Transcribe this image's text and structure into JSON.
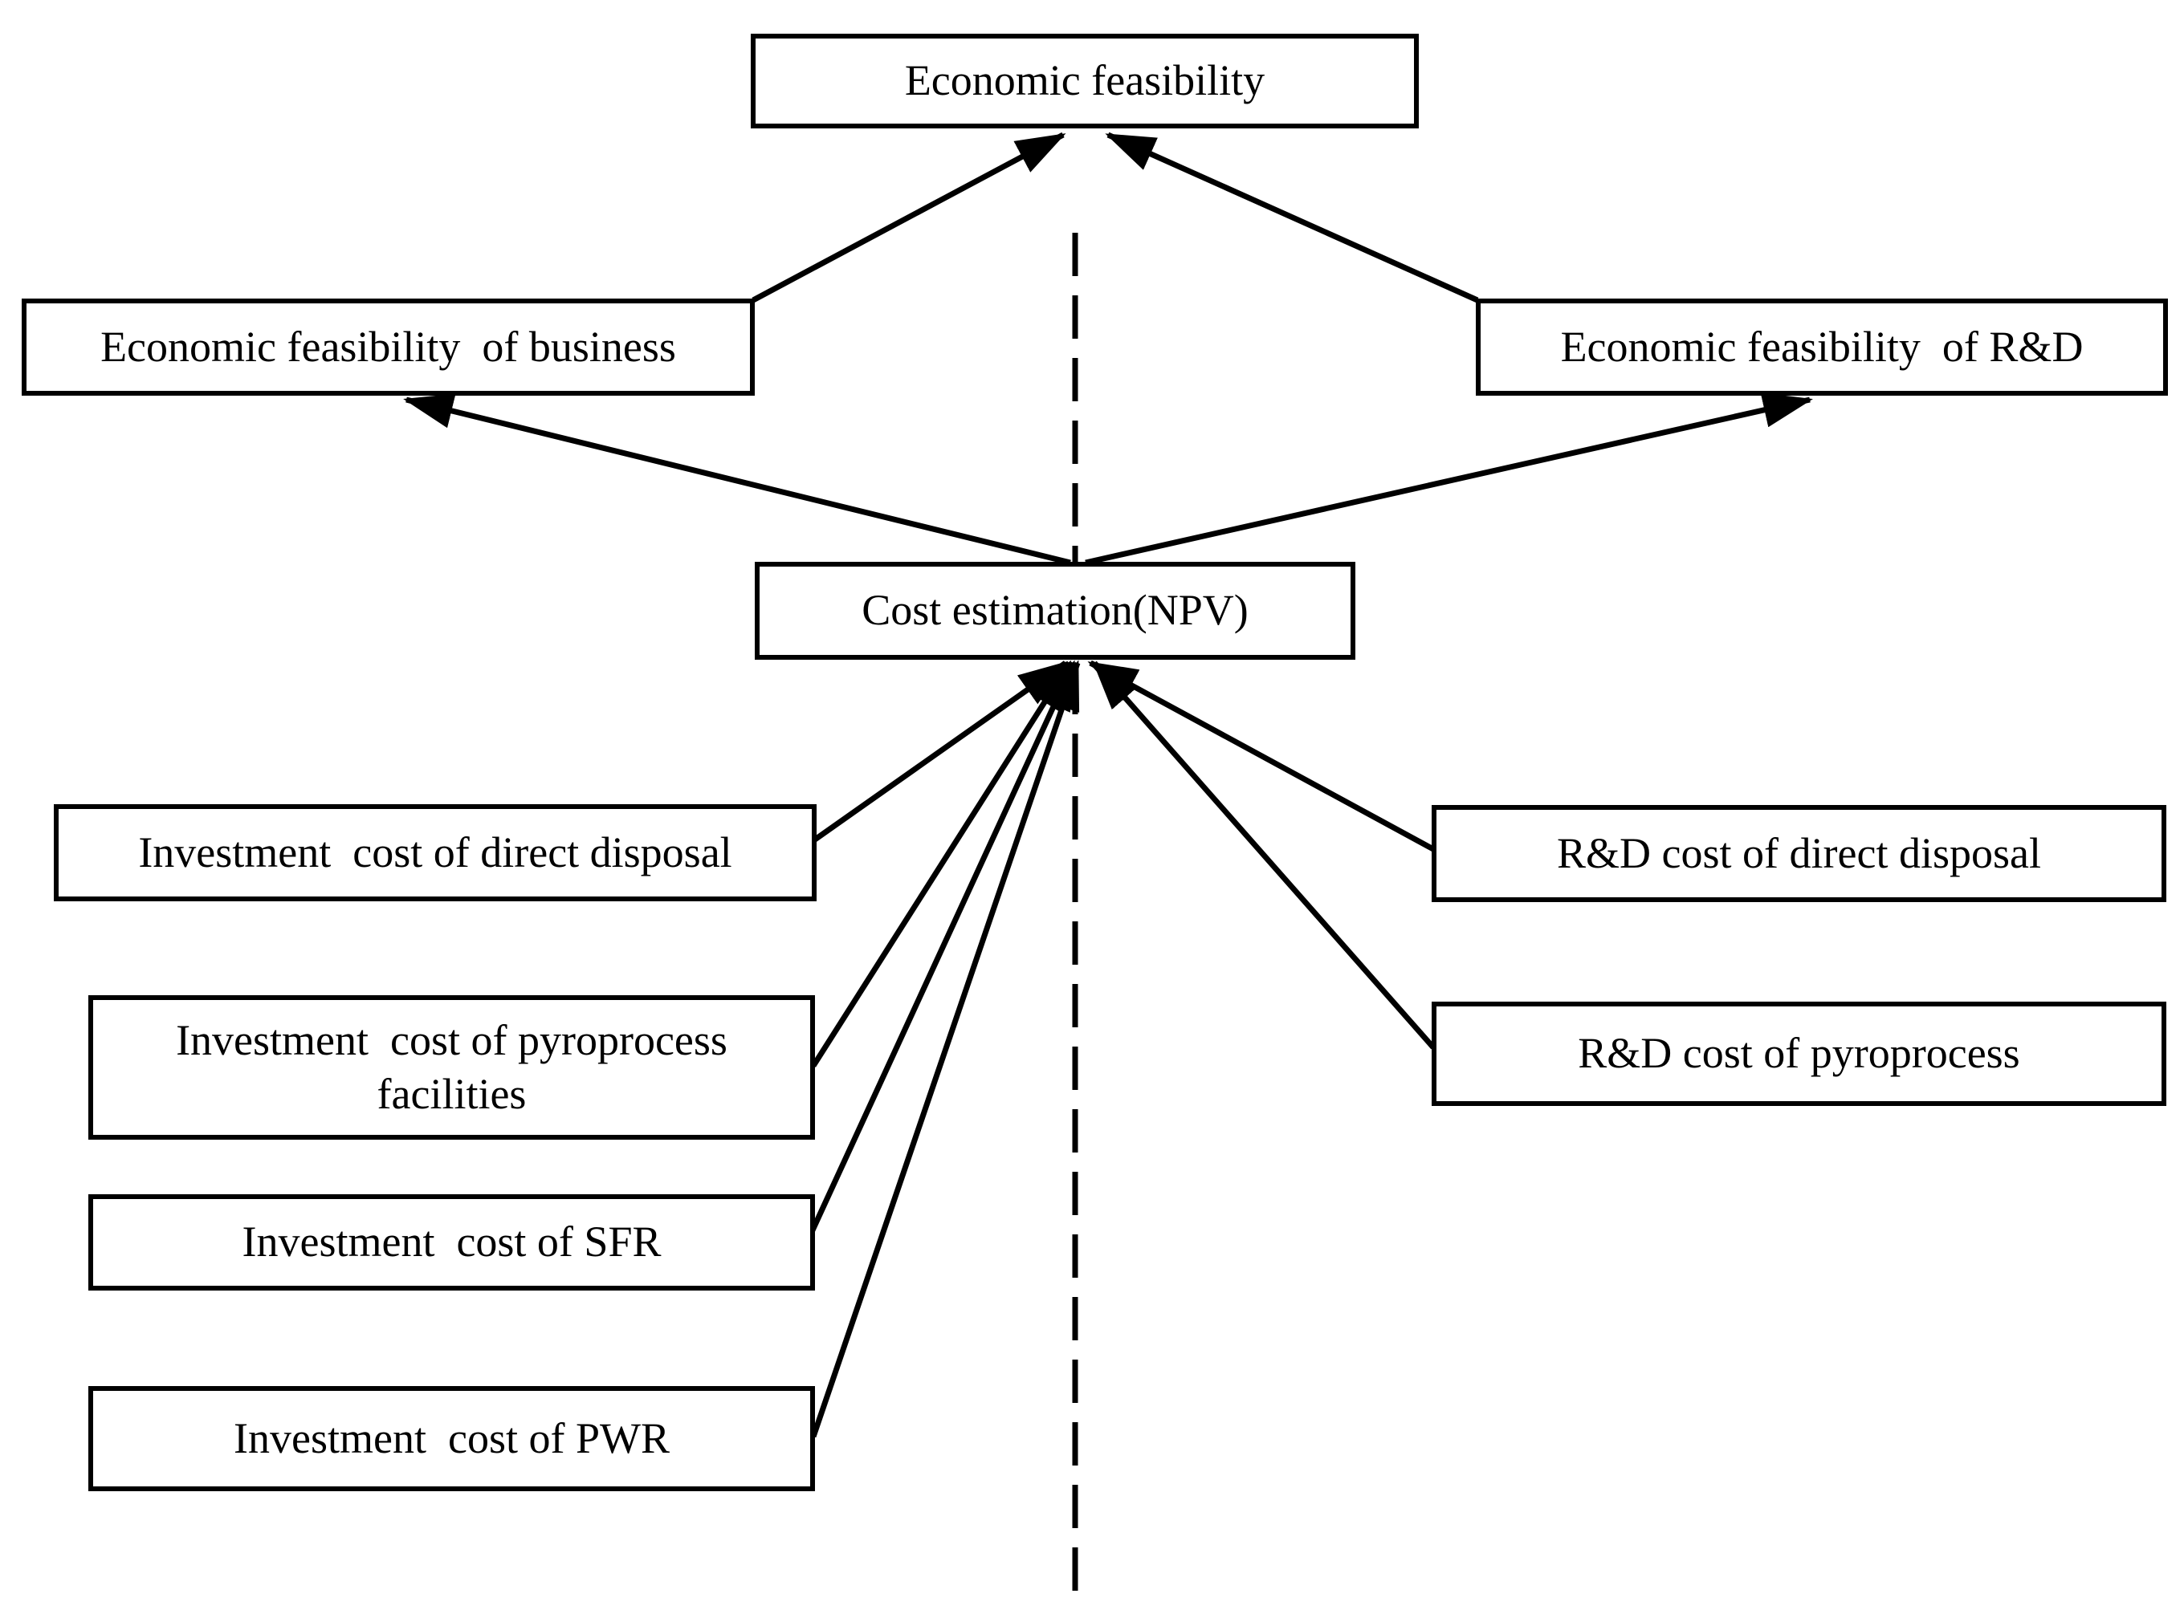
{
  "diagram": {
    "type": "hierarchy",
    "title_node": "Economic feasibility",
    "nodes": {
      "goal": {
        "label": "Economic feasibility"
      },
      "business": {
        "label": "Economic feasibility  of business"
      },
      "rnd": {
        "label": "Economic feasibility  of R&D"
      },
      "cost": {
        "label": "Cost estimation(NPV)"
      },
      "inv_direct": {
        "label": "Investment  cost of direct disposal"
      },
      "inv_pyro": {
        "label": "Investment  cost of pyroprocess\nfacilities"
      },
      "inv_sfr": {
        "label": "Investment  cost of SFR"
      },
      "inv_pwr": {
        "label": "Investment  cost of PWR"
      },
      "rd_direct": {
        "label": "R&D cost of direct disposal"
      },
      "rd_pyro": {
        "label": "R&D cost of pyroprocess"
      }
    },
    "edges": [
      {
        "from": "business",
        "to": "goal"
      },
      {
        "from": "rnd",
        "to": "goal"
      },
      {
        "from": "cost",
        "to": "business"
      },
      {
        "from": "cost",
        "to": "rnd"
      },
      {
        "from": "inv_direct",
        "to": "cost"
      },
      {
        "from": "inv_pyro",
        "to": "cost"
      },
      {
        "from": "inv_sfr",
        "to": "cost"
      },
      {
        "from": "inv_pwr",
        "to": "cost"
      },
      {
        "from": "rd_direct",
        "to": "cost"
      },
      {
        "from": "rd_pyro",
        "to": "cost"
      }
    ],
    "divider": {
      "style": "vertical-dashed"
    },
    "colors": {
      "line": "#000000",
      "box_border": "#000000",
      "box_fill": "#ffffff",
      "background": "#ffffff"
    }
  }
}
